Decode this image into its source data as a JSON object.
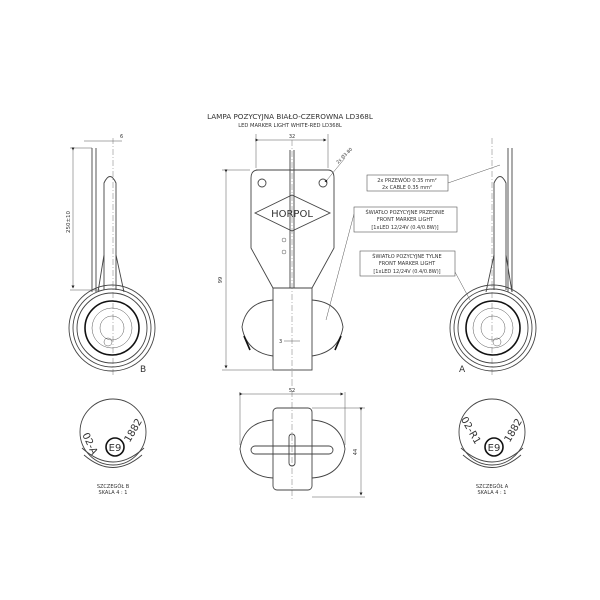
{
  "title": "LAMPA POZYCYJNA BIAŁO-CZEROWNA LD368L",
  "subtitle": "LED MARKER LIGHT WHITE-RED LD368L",
  "logo_text": "HORPOL",
  "dimensions": {
    "wire_offset": "6",
    "cable_length": "250±10",
    "plate_width": "32",
    "holes": "2x Ø3.80",
    "height": "99",
    "gap": "3",
    "bottom_width": "52",
    "bottom_height": "44"
  },
  "callouts": {
    "cable": [
      "2x PRZEWÓD 0.35 mm²",
      "2x CABLE 0.35 mm²"
    ],
    "front": [
      "ŚWIATŁO POZYCYJNE PRZEDNIE",
      "FRONT MARKER LIGHT",
      "[1xLED 12/24V (0.4/0.8W)]"
    ],
    "rear": [
      "ŚWIATŁO POZYCYJNE TYLNE",
      "FRONT MARKER LIGHT",
      "[1xLED 12/24V (0.4/0.8W)]"
    ]
  },
  "view_labels": {
    "left": "B",
    "right": "A"
  },
  "details": {
    "b": {
      "code": "02-A",
      "mark": "E9",
      "number": "1882",
      "title": "SZCZEGÓŁ B",
      "scale": "SKALA 4 : 1"
    },
    "a": {
      "code": "02-R1",
      "mark": "E9",
      "number": "1882",
      "title": "SZCZEGÓŁ A",
      "scale": "SKALA 4 : 1"
    }
  }
}
